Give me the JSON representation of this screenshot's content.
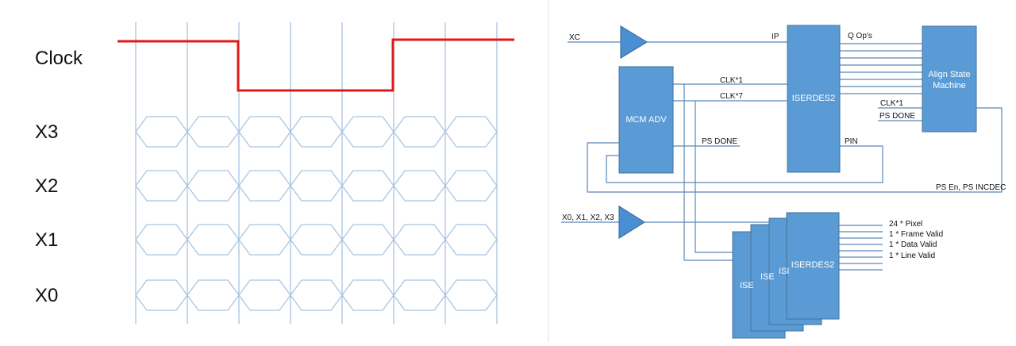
{
  "timing": {
    "clock_label": "Clock",
    "signals": [
      "X3",
      "X2",
      "X1",
      "X0"
    ],
    "colors": {
      "clock": "#e01a1a",
      "grid": "#a9c4e2",
      "eye": "#a9c4e2"
    }
  },
  "block": {
    "colors": {
      "block_fill": "#5b9bd5",
      "block_stroke": "#41719c",
      "wire": "#5b87b8",
      "text": "#111111"
    },
    "inputs": {
      "xc": "XC",
      "xdata": "X0, X1, X2, X3"
    },
    "mcm": {
      "label": "MCM ADV",
      "clk1": "CLK*1",
      "clk7": "CLK*7",
      "psdone": "PS DONE"
    },
    "iserdes": {
      "label": "ISERDES2",
      "ip": "IP",
      "qops": "Q Op's",
      "pin": "PIN"
    },
    "align": {
      "line1": "Align State",
      "line2": "Machine",
      "clk1": "CLK*1",
      "psdone": "PS DONE"
    },
    "feedback": "PS En, PS INCDEC",
    "stack": {
      "labels": [
        "ISE",
        "ISE",
        "ISI",
        "ISERDES2"
      ]
    },
    "outputs": [
      "24 * Pixel",
      "1 * Frame Valid",
      "1 * Data Valid",
      "1 * Line Valid"
    ]
  }
}
